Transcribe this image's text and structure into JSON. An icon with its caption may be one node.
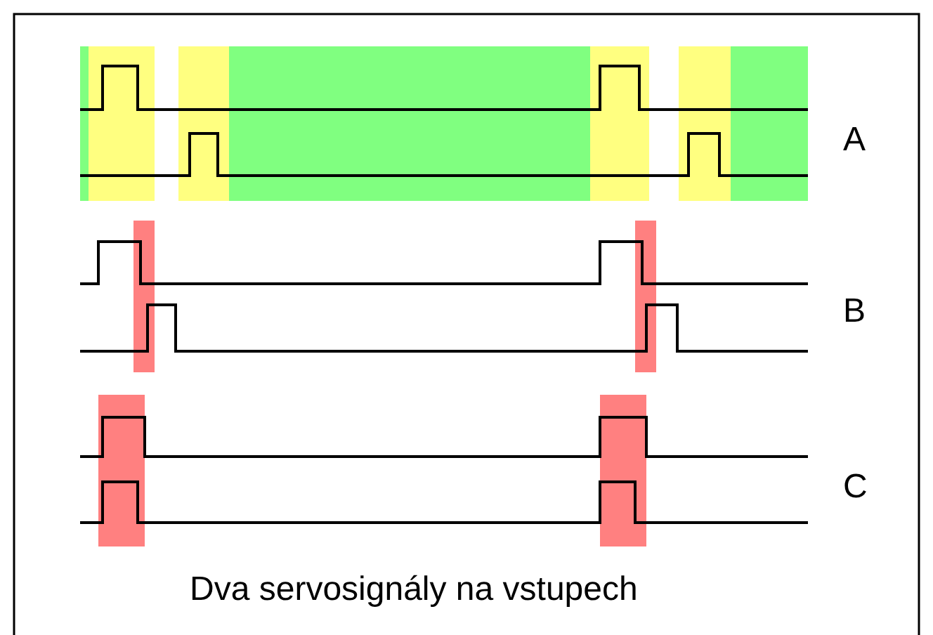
{
  "diagram": {
    "caption": "Dva servosignály na vstupech",
    "labels": [
      "A",
      "B",
      "C"
    ]
  }
}
